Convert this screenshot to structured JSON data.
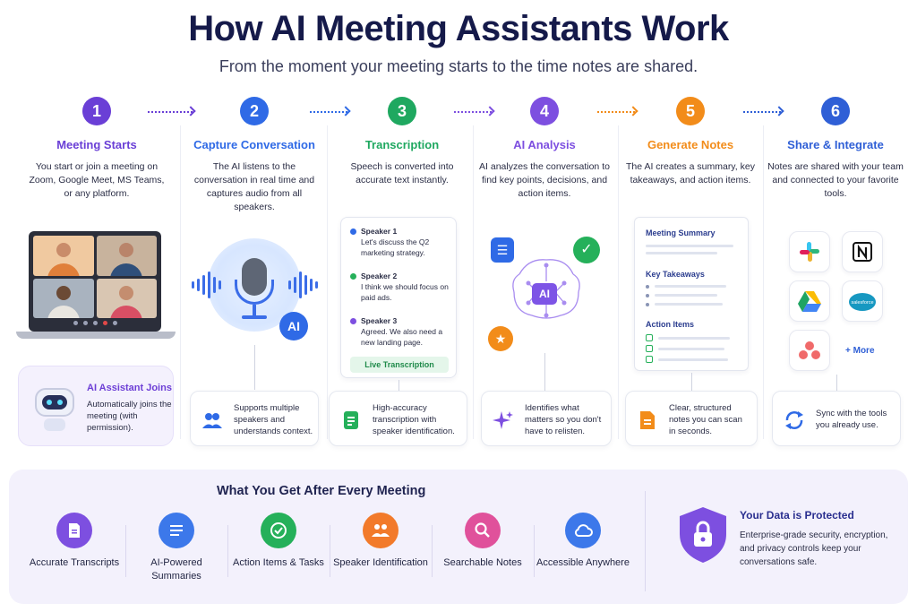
{
  "header": {
    "title": "How AI Meeting Assistants Work",
    "subtitle": "From the moment your meeting starts to the time notes are shared."
  },
  "steps": [
    {
      "num": "1",
      "title": "Meeting Starts",
      "desc": "You start or join a meeting on Zoom, Google Meet, MS Teams, or any platform.",
      "color": "#6a3fd6"
    },
    {
      "num": "2",
      "title": "Capture Conversation",
      "desc": "The AI listens to the conversation in real time and captures audio from all speakers.",
      "color": "#2f6ae6"
    },
    {
      "num": "3",
      "title": "Transcription",
      "desc": "Speech is converted into accurate text instantly.",
      "color": "#1fa860"
    },
    {
      "num": "4",
      "title": "AI Analysis",
      "desc": "AI analyzes the conversation to find key points, decisions, and action items.",
      "color": "#7d4fe0"
    },
    {
      "num": "5",
      "title": "Generate Notes",
      "desc": "The AI creates a summary, key takeaways, and action items.",
      "color": "#f28c1a"
    },
    {
      "num": "6",
      "title": "Share & Integrate",
      "desc": "Notes are shared with your team and connected to your favorite tools.",
      "color": "#2f5fd6"
    }
  ],
  "assistant": {
    "title": "AI Assistant Joins",
    "desc": "Automatically joins the meeting (with permission)."
  },
  "mic_badge": "AI",
  "transcript": {
    "lines": [
      {
        "speaker": "Speaker 1",
        "text": "Let's discuss the Q2 marketing strategy.",
        "color": "#2f6ae6"
      },
      {
        "speaker": "Speaker 2",
        "text": "I think we should focus on paid ads.",
        "color": "#25b05a"
      },
      {
        "speaker": "Speaker 3",
        "text": "Agreed. We also need a new landing page.",
        "color": "#7d4fe0"
      }
    ],
    "button": "Live Transcription"
  },
  "brain_label": "AI",
  "notes": {
    "summary": "Meeting Summary",
    "takeaways": "Key Takeaways",
    "actions": "Action Items"
  },
  "apps": {
    "more": "+ More",
    "salesforce": "salesforce"
  },
  "features": [
    {
      "text": "Supports multiple speakers and understands context."
    },
    {
      "text": "High-accuracy transcription with speaker identification."
    },
    {
      "text": "Identifies what matters so you don't have to relisten."
    },
    {
      "text": "Clear, structured notes you can scan in seconds."
    },
    {
      "text": "Sync with the tools you already use."
    }
  ],
  "benefits": {
    "title": "What You Get After Every Meeting",
    "items": [
      {
        "label": "Accurate Transcripts",
        "color": "#7d4fe0"
      },
      {
        "label": "AI-Powered Summaries",
        "color": "#3c78ea"
      },
      {
        "label": "Action Items & Tasks",
        "color": "#25b05a"
      },
      {
        "label": "Speaker Identification",
        "color": "#f27a2a"
      },
      {
        "label": "Searchable Notes",
        "color": "#e0519b"
      },
      {
        "label": "Accessible Anywhere",
        "color": "#3c78ea"
      }
    ]
  },
  "protection": {
    "title": "Your Data is Protected",
    "desc": "Enterprise-grade security, encryption, and privacy controls keep your conversations safe."
  }
}
